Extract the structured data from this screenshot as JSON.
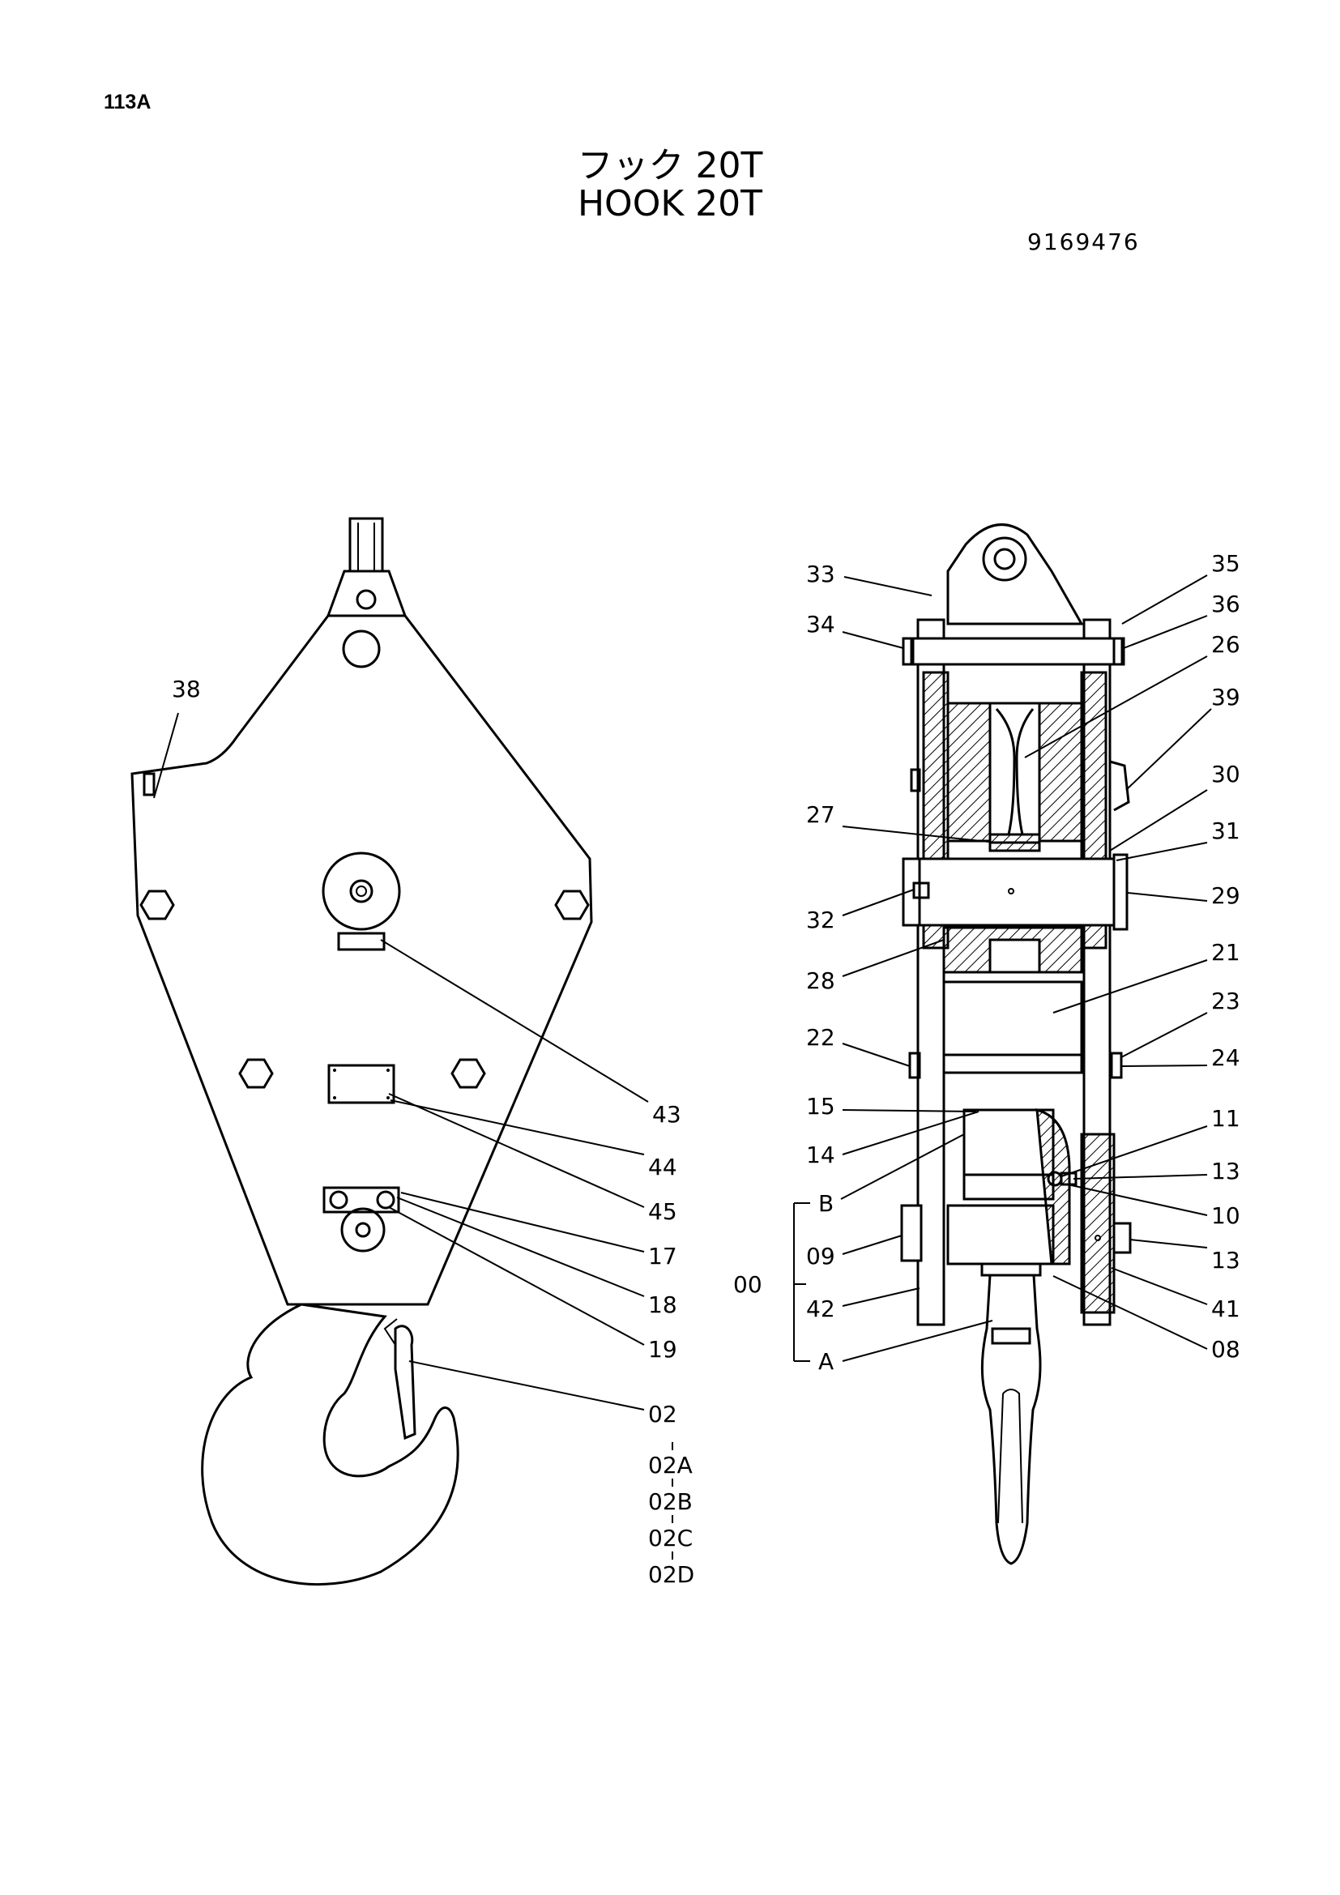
{
  "page_id": "113A",
  "title_jp": "フック 20T",
  "title_en": "HOOK 20T",
  "part_number": "9169476",
  "callouts": {
    "c38": "38",
    "c43": "43",
    "c44": "44",
    "c45": "45",
    "c17": "17",
    "c18": "18",
    "c19": "19",
    "c02": "02",
    "c02A": "02A",
    "c02B": "02B",
    "c02C": "02C",
    "c02D": "02D",
    "c33": "33",
    "c34": "34",
    "c35": "35",
    "c36": "36",
    "c26": "26",
    "c39": "39",
    "c30": "30",
    "c31": "31",
    "c27": "27",
    "c29": "29",
    "c32": "32",
    "c28": "28",
    "c21": "21",
    "c23": "23",
    "c22": "22",
    "c24": "24",
    "c15": "15",
    "c14": "14",
    "c11": "11",
    "c13a": "13",
    "c13b": "13",
    "cB": "B",
    "c10": "10",
    "c09": "09",
    "c00": "00",
    "c42": "42",
    "c41": "41",
    "c08": "08",
    "cA": "A"
  }
}
